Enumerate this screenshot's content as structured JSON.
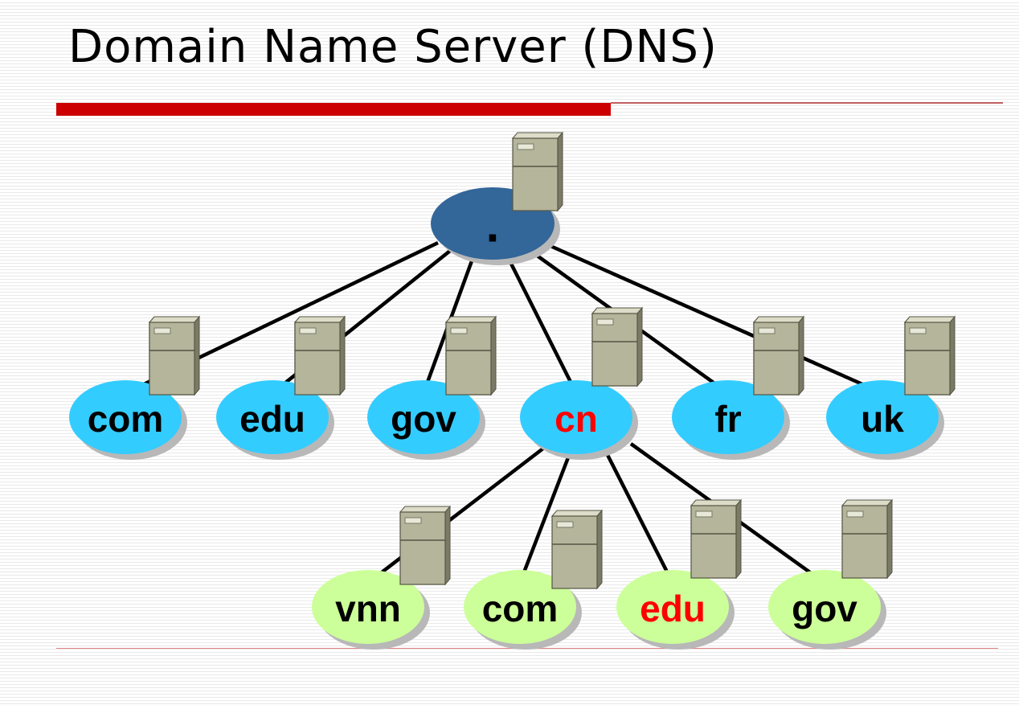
{
  "title": "Domain Name Server (DNS)",
  "colors": {
    "accent": "#cc0000",
    "root_fill": "#336699",
    "tld_fill": "#33ccff",
    "sub_fill": "#ccff99",
    "label_default": "#000000",
    "label_highlight": "#ff0000"
  },
  "tree": {
    "root": {
      "label": ".",
      "icon": "server-icon"
    },
    "tlds": [
      {
        "label": "com",
        "highlight": false,
        "icon": "server-icon"
      },
      {
        "label": "edu",
        "highlight": false,
        "icon": "server-icon"
      },
      {
        "label": "gov",
        "highlight": false,
        "icon": "server-icon"
      },
      {
        "label": "cn",
        "highlight": true,
        "icon": "server-icon"
      },
      {
        "label": "fr",
        "highlight": false,
        "icon": "server-icon"
      },
      {
        "label": "uk",
        "highlight": false,
        "icon": "server-icon"
      }
    ],
    "subdomains_parent": "cn",
    "subdomains": [
      {
        "label": "vnn",
        "highlight": false,
        "icon": "server-icon"
      },
      {
        "label": "com",
        "highlight": false,
        "icon": "server-icon"
      },
      {
        "label": "edu",
        "highlight": true,
        "icon": "server-icon"
      },
      {
        "label": "gov",
        "highlight": false,
        "icon": "server-icon"
      }
    ]
  }
}
